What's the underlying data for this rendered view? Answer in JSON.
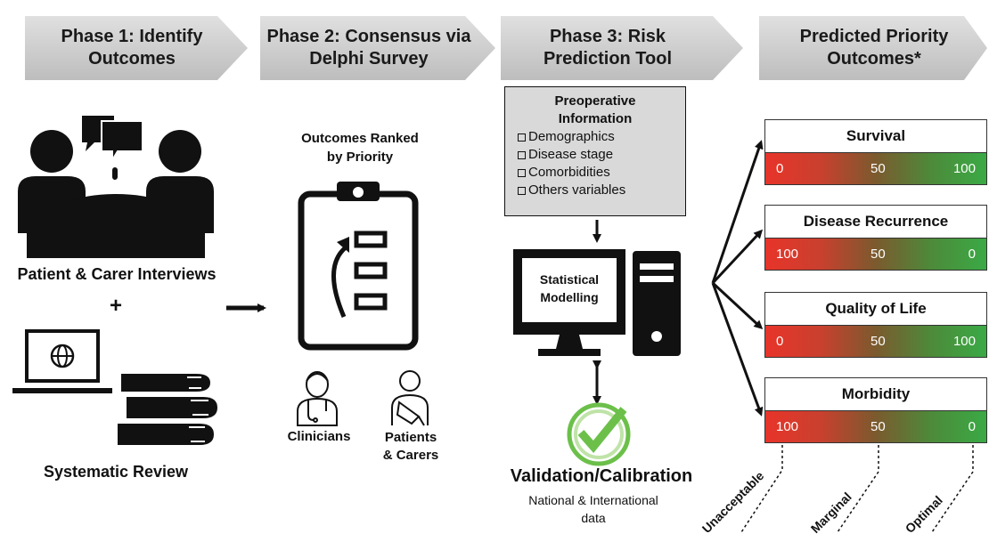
{
  "phases": [
    {
      "label": "Phase 1: Identify Outcomes"
    },
    {
      "label": "Phase 2: Consensus via Delphi Survey"
    },
    {
      "label": "Phase 3: Risk Prediction Tool"
    },
    {
      "label": "Predicted Priority Outcomes*"
    }
  ],
  "phase1": {
    "interviews_label": "Patient & Carer Interviews",
    "plus": "+",
    "review_label": "Systematic Review"
  },
  "phase2": {
    "ranked_label_line1": "Outcomes Ranked",
    "ranked_label_line2": "by Priority",
    "clinicians_label": "Clinicians",
    "patients_line1": "Patients",
    "patients_line2": "& Carers"
  },
  "phase3": {
    "info_title_line1": "Preoperative",
    "info_title_line2": "Information",
    "info_items": [
      "Demographics",
      "Disease stage",
      "Comorbidities",
      "Others variables"
    ],
    "model_line1": "Statistical",
    "model_line2": "Modelling",
    "validation_label": "Validation/Calibration",
    "data_line1": "National & International",
    "data_line2": "data"
  },
  "outcomes": [
    {
      "name": "Survival",
      "left": "0",
      "mid": "50",
      "right": "100"
    },
    {
      "name": "Disease Recurrence",
      "left": "100",
      "mid": "50",
      "right": "0"
    },
    {
      "name": "Quality of Life",
      "left": "0",
      "mid": "50",
      "right": "100"
    },
    {
      "name": "Morbidity",
      "left": "100",
      "mid": "50",
      "right": "0"
    }
  ],
  "scale_labels": [
    "Unacceptable",
    "Marginal",
    "Optimal"
  ],
  "colors": {
    "banner_fill": "#cfcfcf",
    "bar_low": "#e8342a",
    "bar_high": "#3aaa45",
    "check_green": "#6cc04a",
    "infobox_fill": "#d9d9d9"
  }
}
